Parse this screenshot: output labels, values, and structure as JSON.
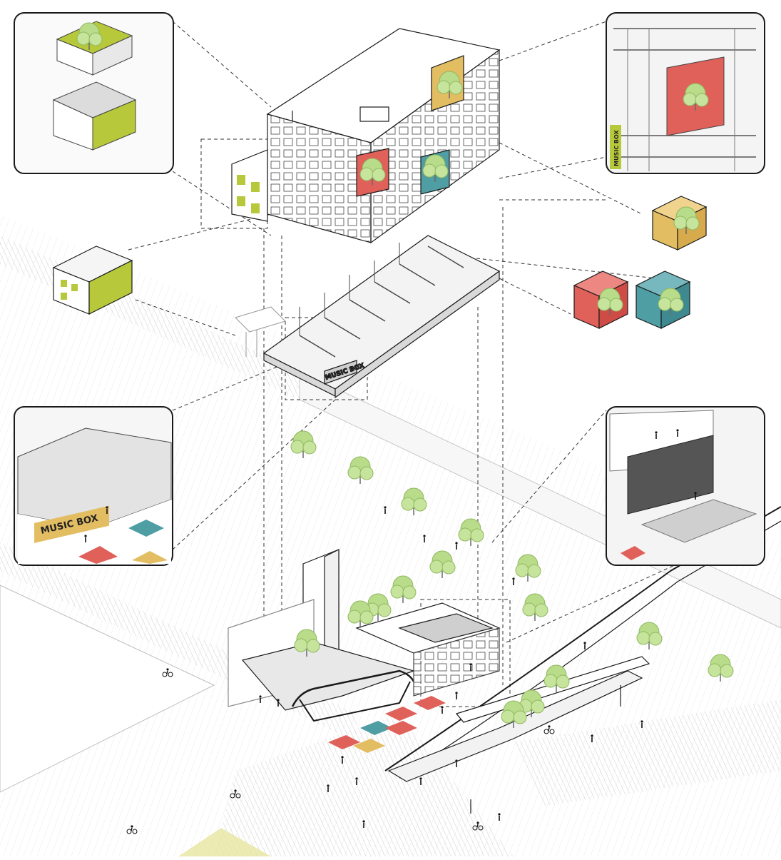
{
  "signs": {
    "music_box": "MUSIC BOX",
    "plaza_sign": "MUSIC BOX",
    "vertical_sign": "MUSIC BOX"
  },
  "colors": {
    "background": "#ffffff",
    "linework": "#1a1a1a",
    "dashed_leader": "#333333",
    "accent_lime": "#b7c93b",
    "accent_mustard": "#e3bd62",
    "accent_red": "#e0605a",
    "accent_teal": "#4f9ea4",
    "tree_green": "#b9dc8a",
    "floor_grey": "#d9d9d9"
  },
  "icons": [
    "tree-icon",
    "person-icon",
    "cyclist-icon",
    "umbrella-icon"
  ]
}
